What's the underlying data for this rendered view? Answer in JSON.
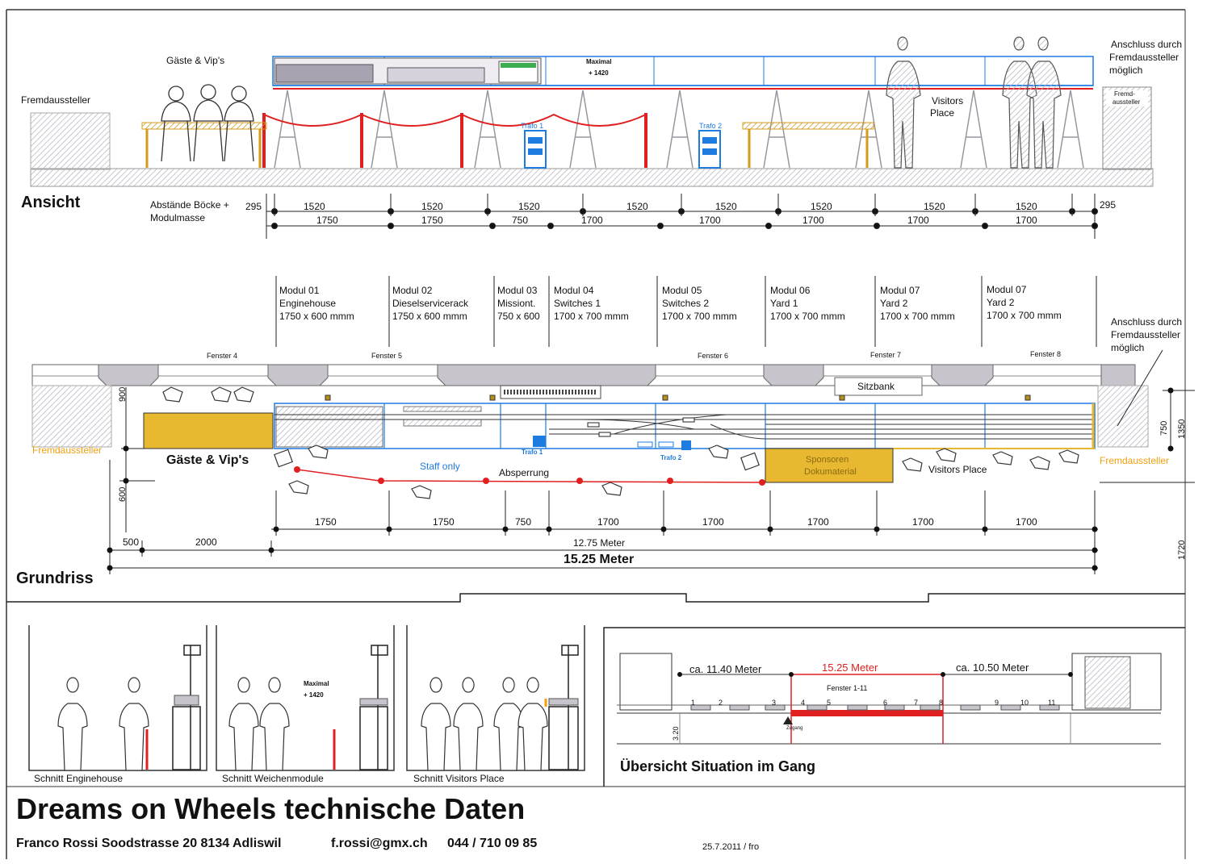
{
  "ansicht": {
    "title": "Ansicht",
    "guests_label": "Gäste & Vip's",
    "fremd_left": "Fremdaussteller",
    "maximal": "Maximal",
    "height": "+ 1420",
    "trafo1": "Trafo 1",
    "trafo2": "Trafo 2",
    "visitors": "Visitors",
    "place": "Place",
    "anschluss": [
      "Anschluss durch",
      "Fremdaussteller",
      "möglich"
    ],
    "fremd_box": [
      "Fremd-",
      "aussteller"
    ],
    "abstaende": [
      "Abstände Böcke +",
      "Modulmasse"
    ],
    "end_left": "295",
    "end_right": "295",
    "spacings_top": [
      "1520",
      "1520",
      "1520",
      "1520",
      "1520",
      "1520",
      "1520",
      "1520"
    ],
    "module_lengths": [
      "1750",
      "1750",
      "750",
      "1700",
      "1700",
      "1700",
      "1700",
      "1700"
    ]
  },
  "modules": [
    {
      "name": "Modul 01",
      "desc": "Enginehouse",
      "size": "1750 x 600 mmm"
    },
    {
      "name": "Modul 02",
      "desc": "Dieselservicerack",
      "size": "1750 x 600 mmm"
    },
    {
      "name": "Modul 03",
      "desc": "Missiont.",
      "size": "750 x 600"
    },
    {
      "name": "Modul 04",
      "desc": "Switches 1",
      "size": "1700 x 700 mmm"
    },
    {
      "name": "Modul 05",
      "desc": "Switches 2",
      "size": "1700 x 700 mmm"
    },
    {
      "name": "Modul 06",
      "desc": "Yard 1",
      "size": "1700 x 700 mmm"
    },
    {
      "name": "Modul 07",
      "desc": "Yard 2",
      "size": "1700 x 700 mmm"
    },
    {
      "name": "Modul 07",
      "desc": "Yard 2",
      "size": "1700 x 700 mmm"
    }
  ],
  "grundriss": {
    "title": "Grundriss",
    "windows": [
      "Fenster 4",
      "Fenster 5",
      "Fenster 6",
      "Fenster 7",
      "Fenster 8"
    ],
    "sitzbank": "Sitzbank",
    "fremd_left": "Fremdaussteller",
    "fremd_right": "Fremdaussteller",
    "guests": "Gäste & Vip's",
    "staff": "Staff only",
    "absperrung": "Absperrung",
    "trafo1": "Trafo 1",
    "trafo2": "Trafo 2",
    "sponsoren": [
      "Sponsoren",
      "Dokumaterial"
    ],
    "visitors_place": "Visitors Place",
    "anschluss": [
      "Anschluss durch",
      "Fremdaussteller",
      "möglich"
    ],
    "dim_900": "900",
    "dim_600": "600",
    "dim_750": "750",
    "dim_1350": "1350",
    "dim_1720": "1720",
    "bottom_lengths": [
      "1750",
      "1750",
      "750",
      "1700",
      "1700",
      "1700",
      "1700",
      "1700"
    ],
    "dim_500": "500",
    "dim_2000": "2000",
    "dim_1275": "12.75 Meter",
    "dim_1525": "15.25 Meter"
  },
  "schnitt": {
    "engine": "Schnitt Enginehouse",
    "weichen": "Schnitt Weichenmodule",
    "visitors": "Schnitt Visitors Place",
    "maximal": "Maximal",
    "height": "+ 1420"
  },
  "uebersicht": {
    "title": "Übersicht Situation im Gang",
    "left": "ca. 11.40 Meter",
    "middle": "15.25 Meter",
    "right": "ca. 10.50 Meter",
    "fenster": "Fenster 1-11",
    "numbers": [
      "1",
      "2",
      "3",
      "4",
      "5",
      "6",
      "7",
      "8",
      "9",
      "10",
      "11"
    ],
    "height": "3.20",
    "zugang": "Zugang"
  },
  "footer": {
    "title": "Dreams on Wheels technische Daten",
    "address": "Franco Rossi Soodstrasse 20  8134 Adliswil",
    "email": "f.rossi@gmx.ch",
    "phone": "044 / 710 09 85",
    "date": "25.7.2011 / fro"
  },
  "colors": {
    "blue": "#1e7be0",
    "red": "#e02020",
    "orange": "#f0a010",
    "gray": "#c8c4cc",
    "yellow": "#e8b830"
  }
}
